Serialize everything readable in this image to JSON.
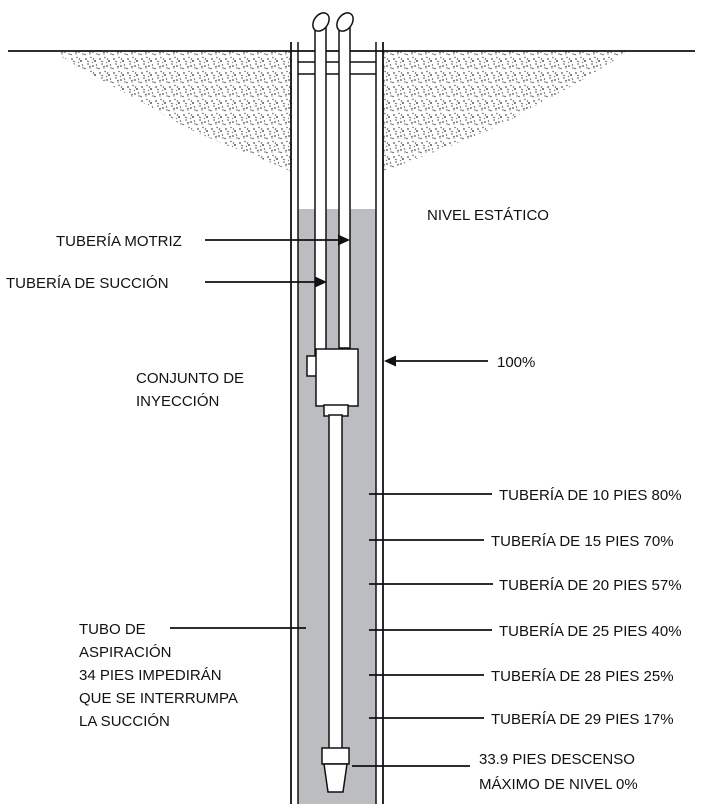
{
  "diagram": {
    "labels": {
      "static_level": "NIVEL ESTÁTICO",
      "drive_pipe": "TUBERÍA MOTRIZ",
      "suction_pipe": "TUBERÍA DE SUCCIÓN",
      "level_100": "100%",
      "injection_assembly_1": "CONJUNTO DE",
      "injection_assembly_2": "INYECCIÓN",
      "tail_pipe_1": "TUBO DE",
      "tail_pipe_2": "ASPIRACIÓN",
      "tail_pipe_3": "34 PIES IMPEDIRÁN",
      "tail_pipe_4": "QUE SE INTERRUMPA",
      "tail_pipe_5": "LA SUCCIÓN",
      "max_drawdown_1": "33.9 PIES DESCENSO",
      "max_drawdown_2": "MÁXIMO DE NIVEL 0%"
    },
    "pipe_levels": [
      {
        "label": "TUBERÍA DE 10 PIES 80%"
      },
      {
        "label": "TUBERÍA DE 15 PIES 70%"
      },
      {
        "label": "TUBERÍA DE 20 PIES 57%"
      },
      {
        "label": "TUBERÍA DE 25 PIES 40%"
      },
      {
        "label": "TUBERÍA DE 28 PIES 25%"
      },
      {
        "label": "TUBERÍA DE 29 PIES 17%"
      }
    ],
    "colors": {
      "water": "#bcbdc0",
      "stroke": "#111111",
      "soil": "#555555"
    }
  }
}
